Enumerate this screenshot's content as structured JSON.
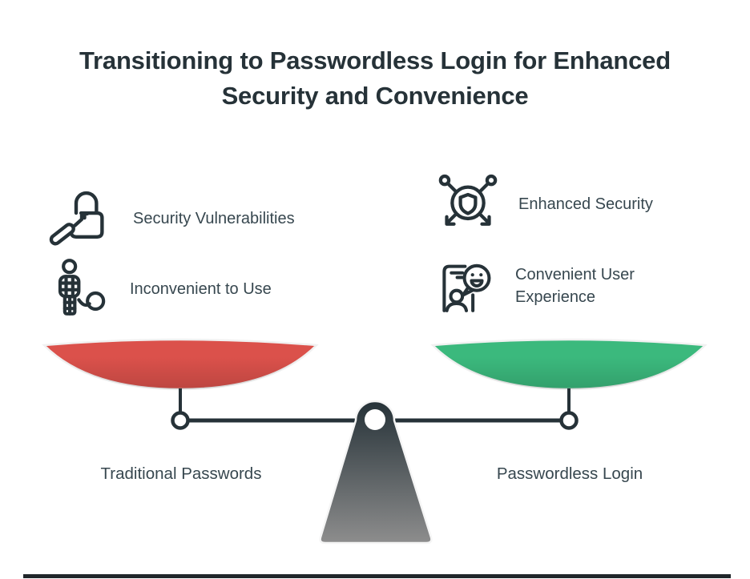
{
  "title": {
    "full_text": "Transitioning to Passwordless Login for Enhanced Security and Convenience",
    "lines": [
      "Transitioning to Passwordless Login for Enhanced",
      "Security and Convenience"
    ]
  },
  "left_column": {
    "items": [
      {
        "icon": "lock-pick-icon",
        "label": "Security Vulnerabilities"
      },
      {
        "icon": "chained-person-icon",
        "label": "Inconvenient to Use"
      }
    ]
  },
  "right_column": {
    "items": [
      {
        "icon": "shield-network-icon",
        "label": "Enhanced Security"
      },
      {
        "icon": "happy-user-phone-icon",
        "label": "Convenient User\nExperience"
      }
    ]
  },
  "scale": {
    "left_pan": {
      "label": "Traditional Passwords",
      "color": "#db514b"
    },
    "right_pan": {
      "label": "Passwordless Login",
      "color": "#3bb97d"
    }
  },
  "colors": {
    "ink": "#263238",
    "label": "#37474f",
    "footer": "#20262a",
    "fulcrum_top": "#263238",
    "fulcrum_bottom": "#8d8d8d"
  }
}
